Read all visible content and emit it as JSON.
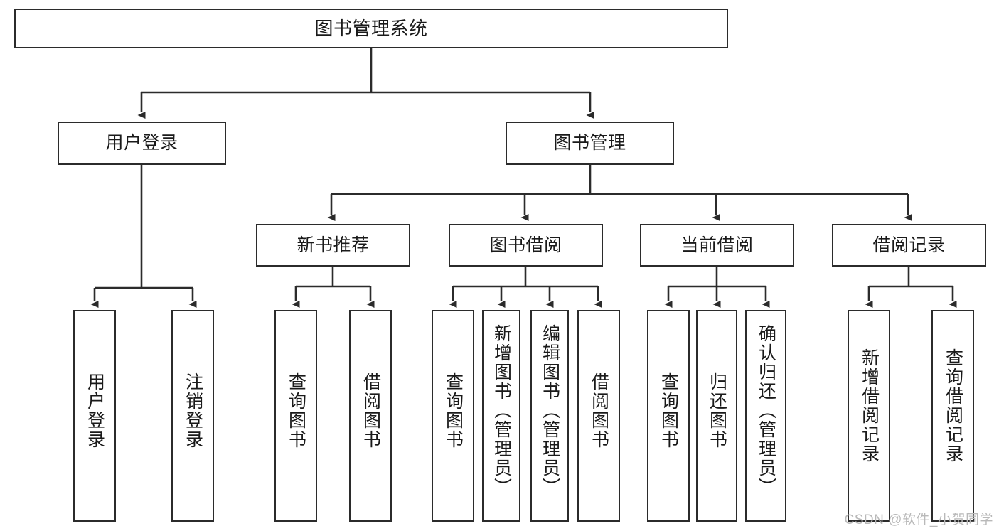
{
  "diagram": {
    "title": "图书管理系统",
    "type": "tree-hierarchy-chart",
    "watermark": "CSDN @软件_小贺同学",
    "colors": {
      "stroke": "#2b2b2b",
      "fill": "#ffffff",
      "text": "#1a1a1a",
      "watermark": "#b9b9b9"
    },
    "nodes": {
      "root": {
        "label": "图书管理系统"
      },
      "level2": [
        {
          "id": "user-login",
          "label": "用户登录"
        },
        {
          "id": "book-manage",
          "label": "图书管理"
        }
      ],
      "level3": [
        {
          "id": "new-book-recommend",
          "label": "新书推荐"
        },
        {
          "id": "book-borrow",
          "label": "图书借阅"
        },
        {
          "id": "current-borrow",
          "label": "当前借阅"
        },
        {
          "id": "borrow-record",
          "label": "借阅记录"
        }
      ],
      "leaves": [
        {
          "id": "leaf-user-login",
          "label": "用户登录",
          "parent": "user-login"
        },
        {
          "id": "leaf-logout",
          "label": "注销登录",
          "parent": "user-login"
        },
        {
          "id": "leaf-query-book-1",
          "label": "查询图书",
          "parent": "new-book-recommend"
        },
        {
          "id": "leaf-borrow-book-1",
          "label": "借阅图书",
          "parent": "new-book-recommend"
        },
        {
          "id": "leaf-query-book-2",
          "label": "查询图书",
          "parent": "book-borrow"
        },
        {
          "id": "leaf-add-book",
          "label": "新增图书（管理员）",
          "parent": "book-borrow"
        },
        {
          "id": "leaf-edit-book",
          "label": "编辑图书（管理员）",
          "parent": "book-borrow"
        },
        {
          "id": "leaf-borrow-book-2",
          "label": "借阅图书",
          "parent": "book-borrow"
        },
        {
          "id": "leaf-query-book-3",
          "label": "查询图书",
          "parent": "current-borrow"
        },
        {
          "id": "leaf-return-book",
          "label": "归还图书",
          "parent": "current-borrow"
        },
        {
          "id": "leaf-confirm-return",
          "label": "确认归还（管理员）",
          "parent": "current-borrow"
        },
        {
          "id": "leaf-add-record",
          "label": "新增借阅记录",
          "parent": "borrow-record"
        },
        {
          "id": "leaf-query-record",
          "label": "查询借阅记录",
          "parent": "borrow-record"
        }
      ]
    }
  }
}
